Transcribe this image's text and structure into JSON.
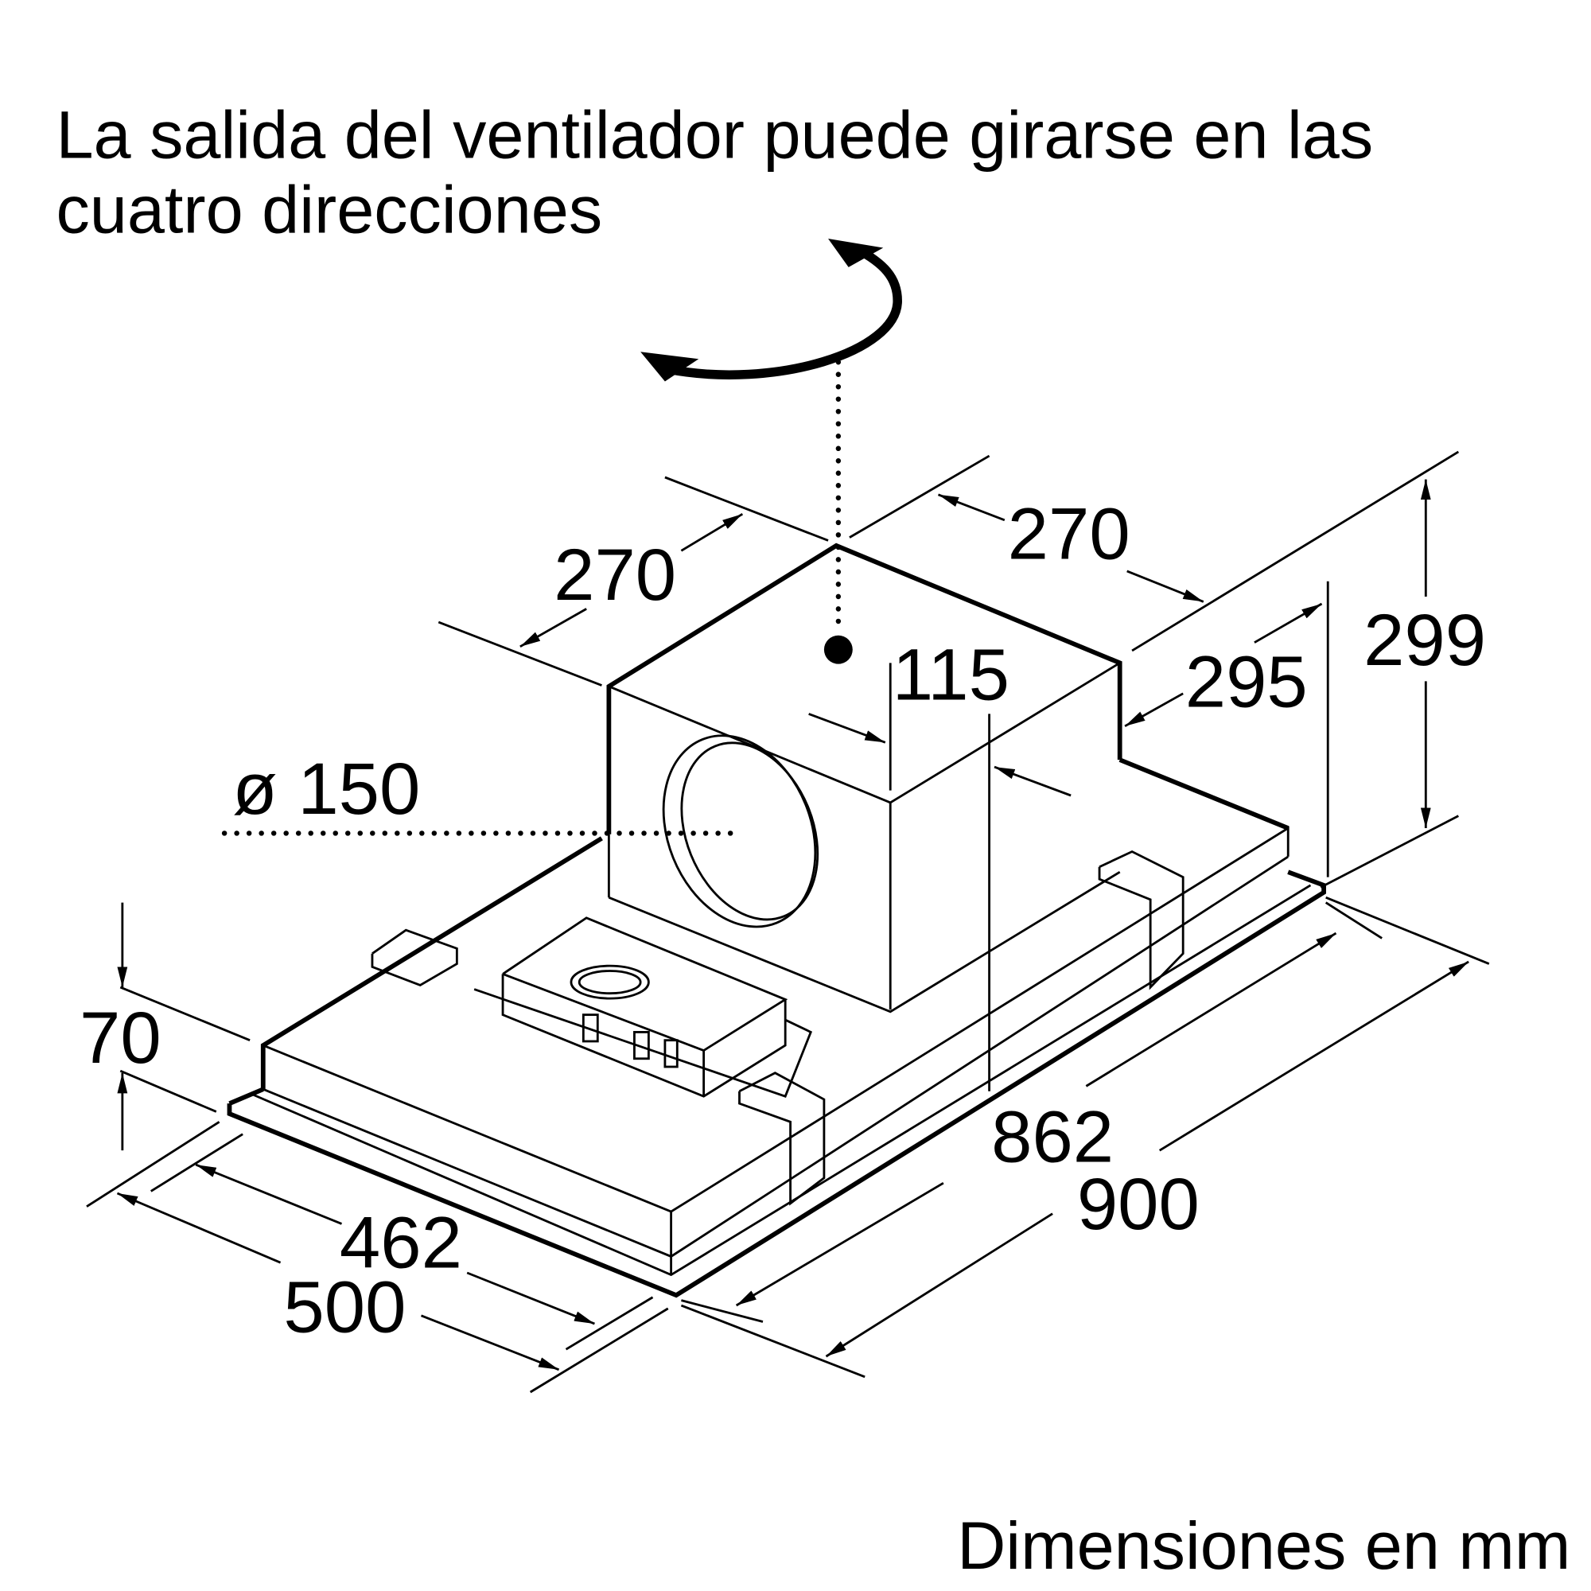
{
  "title": {
    "line1": "La salida del ventilador puede girarse en las",
    "line2": "cuatro direcciones"
  },
  "dimensions": {
    "duct_depth": "270",
    "duct_width": "270",
    "outlet_offset": "115",
    "duct_height_offset": "295",
    "total_height": "299",
    "outlet_diameter": "ø 150",
    "base_height": "70",
    "inner_depth": "462",
    "outer_depth": "500",
    "inner_width": "862",
    "outer_width": "900"
  },
  "footer": {
    "units_note": "Dimensiones en mm"
  }
}
